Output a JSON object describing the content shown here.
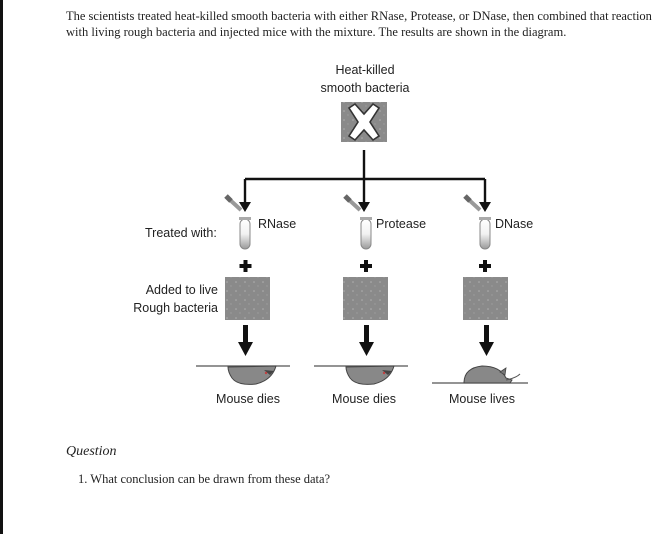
{
  "intro_text": "The scientists treated heat-killed smooth bacteria with either RNase, Protease, or DNase, then combined that reaction with living rough bacteria and injected mice with the mixture. The results are shown in the diagram.",
  "diagram": {
    "source_line1": "Heat-killed",
    "source_line2": "smooth bacteria",
    "treated_with_label": "Treated with:",
    "added_label_line1": "Added to live",
    "added_label_line2": "Rough bacteria",
    "branches": [
      {
        "enzyme": "RNase",
        "outcome": "Mouse dies"
      },
      {
        "enzyme": "Protease",
        "outcome": "Mouse dies"
      },
      {
        "enzyme": "DNase",
        "outcome": "Mouse lives"
      }
    ]
  },
  "question": {
    "heading": "Question",
    "item": "1.  What conclusion can be drawn from these data?"
  }
}
